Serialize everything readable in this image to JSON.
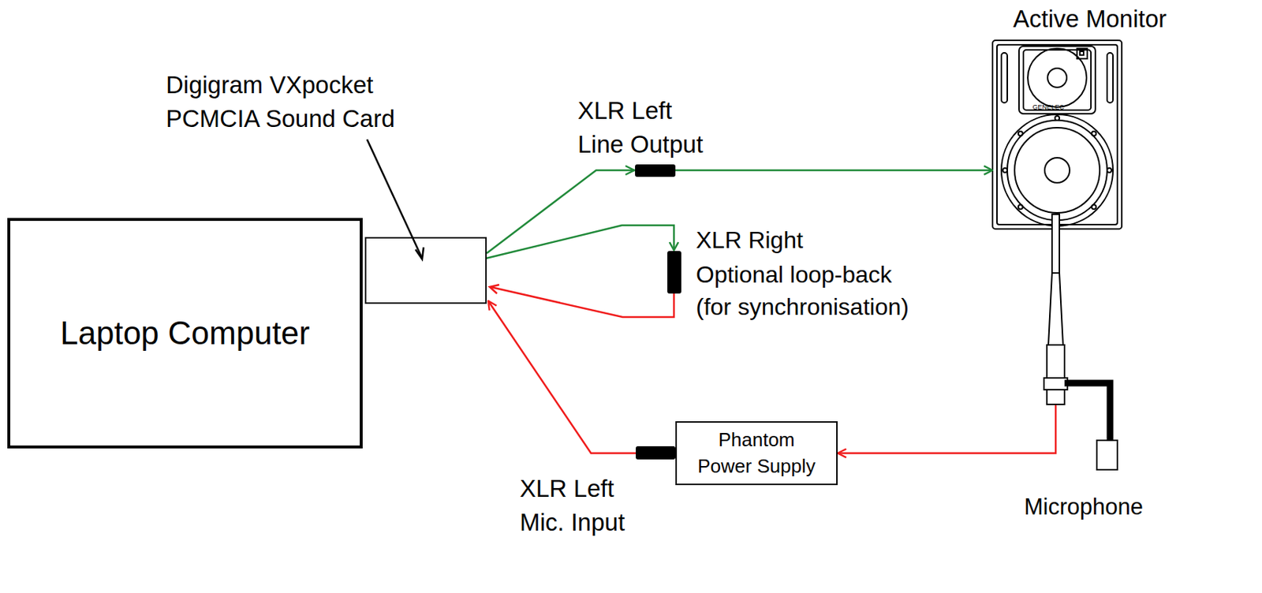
{
  "diagram": {
    "nodes": [
      {
        "text": [
          "Digigram VXpocket PCMCIA Sound Card"
        ]
      },
      {
        "text": [
          "Active Monitor"
        ]
      },
      {
        "text": [
          "Laptop Computer"
        ]
      },
      {
        "text": [
          "Phantom Power Supply"
        ]
      },
      {
        "text": [
          "Microphone"
        ]
      }
    ],
    "edges": [
      {
        "from": 0,
        "to": 1,
        "arrow": "to",
        "label": "XLR Left Line Output"
      },
      {
        "from": 4,
        "to": 3,
        "arrow": "to"
      },
      {
        "from": 3,
        "to": 0,
        "arrow": "to",
        "label": "XLR Left Mic. Input"
      }
    ],
    "labels": [
      "XLR Right",
      "Optional loop-back (for synchronisation)",
      "GENELEC"
    ]
  }
}
